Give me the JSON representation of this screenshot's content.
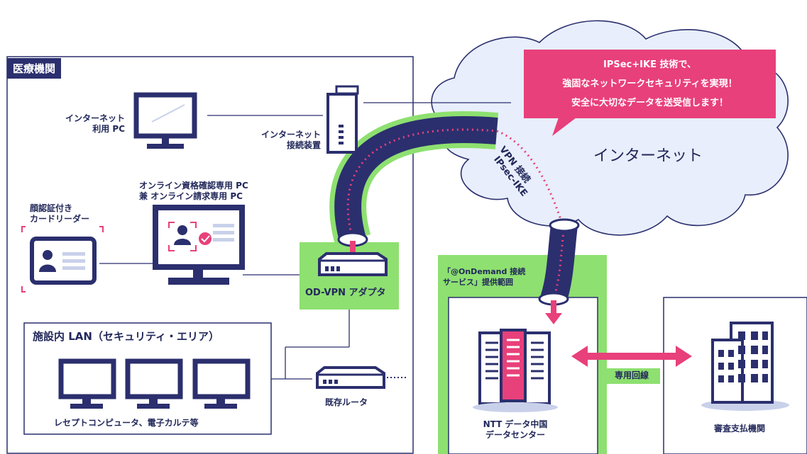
{
  "org": {
    "title": "医療機関"
  },
  "devices": {
    "internet_pc": [
      "インターネット",
      "利用 PC"
    ],
    "internet_device": [
      "インターネット",
      "接続装置"
    ],
    "online_pc": [
      "オンライン資格確認専用 PC",
      "兼 オンライン請求専用 PC"
    ],
    "card_reader": [
      "顔認証付き",
      "カードリーダー"
    ],
    "adapter": "OD-VPN アダプタ",
    "router": "既存ルータ"
  },
  "lan": {
    "title": "施設内 LAN（セキュリティ・エリア）",
    "caption": "レセプトコンピュータ、電子カルテ等"
  },
  "callout": [
    "IPSec+IKE 技術で、",
    "強固なネットワークセキュリティを実現！",
    "安全に大切なデータを送受信します！"
  ],
  "internet": {
    "label": "インターネット"
  },
  "vpn": {
    "label1": "VPN 接続",
    "label2": "IPsec-IKE"
  },
  "service": {
    "label": [
      "「@OnDemand 接続",
      "サービス」提供範囲"
    ]
  },
  "datacenter": {
    "label": [
      "NTT データ中国",
      "データセンター"
    ]
  },
  "dedicated": {
    "label": "専用回線"
  },
  "review": {
    "label": "審査支払機関"
  },
  "colors": {
    "navy": "#2b2f6e",
    "green": "#8ee070",
    "pink": "#e8407a",
    "cloud": "#e8eefb"
  }
}
